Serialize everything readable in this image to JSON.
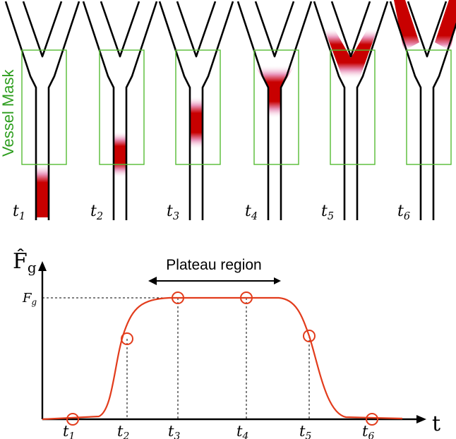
{
  "vessel_mask_label": "Vessel Mask",
  "panels": [
    {
      "label": "t",
      "sub": "1",
      "bolus": "stem-low"
    },
    {
      "label": "t",
      "sub": "2",
      "bolus": "stem-mid"
    },
    {
      "label": "t",
      "sub": "3",
      "bolus": "stem-high"
    },
    {
      "label": "t",
      "sub": "4",
      "bolus": "junction"
    },
    {
      "label": "t",
      "sub": "5",
      "bolus": "branches-low"
    },
    {
      "label": "t",
      "sub": "6",
      "bolus": "branches-top"
    }
  ],
  "chart": {
    "ylabel": "F̂",
    "ylabel_sub": "g",
    "xlabel": "t",
    "plateau_ref_label": "F",
    "plateau_ref_sub": "g",
    "plateau_region_label": "Plateau region",
    "ticks": [
      {
        "label": "t",
        "sub": "1"
      },
      {
        "label": "t",
        "sub": "2"
      },
      {
        "label": "t",
        "sub": "3"
      },
      {
        "label": "t",
        "sub": "4"
      },
      {
        "label": "t",
        "sub": "5"
      },
      {
        "label": "t",
        "sub": "6"
      }
    ]
  },
  "colors": {
    "vessel": "#000000",
    "mask": "#55bb33",
    "mask_text": "#2e9e1f",
    "bolus": "#cc0000",
    "curve": "#e23c1c"
  }
}
